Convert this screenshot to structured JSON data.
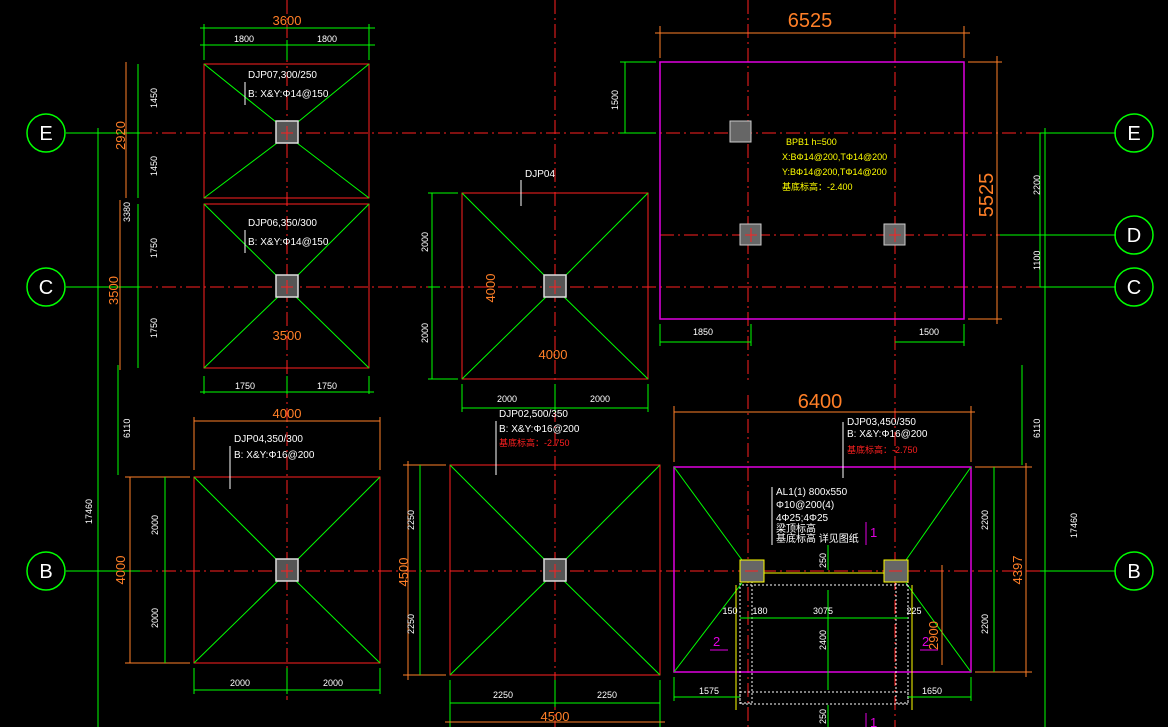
{
  "axes": {
    "E": "E",
    "D": "D",
    "C": "C",
    "B": "B"
  },
  "colors": {
    "background": "#000000",
    "axis": "#ff2020",
    "grid": "#00ff00",
    "outline": "#ff2020",
    "dimension": "#ff7f27",
    "slab": "#e000e0",
    "note": "#ffff00",
    "elevation": "#ff2020"
  },
  "footings": {
    "djp07": {
      "name": "DJP07,300/250",
      "rebar": "B: X&Y:Φ14@150",
      "width_total": "3600",
      "half_a": "1800",
      "half_b": "1800",
      "h_top": "1450",
      "h_bot": "1450",
      "h_total": "2920"
    },
    "djp06": {
      "name": "DJP06,350/300",
      "rebar": "B: X&Y:Φ14@150",
      "width_inner": "3500",
      "half_a": "1750",
      "half_b": "1750",
      "h_top": "1750",
      "h_bot": "1750",
      "h_total": "3500",
      "gap": "3380"
    },
    "djp04_top": {
      "name": "DJP04",
      "size_total": "4000",
      "h_total": "4000",
      "h_top": "2000",
      "h_bot": "2000",
      "w_a": "2000",
      "w_b": "2000"
    },
    "djp04_bot": {
      "name": "DJP04,350/300",
      "rebar": "B: X&Y:Φ16@200",
      "width_total": "4000",
      "h_total": "4000",
      "h_top": "2000",
      "h_bot": "2000",
      "w_a": "2000",
      "w_b": "2000"
    },
    "djp02": {
      "name": "DJP02,500/350",
      "rebar": "B: X&Y:Φ16@200",
      "elev": "基底标高：-2.750",
      "width_total": "4500",
      "h_total": "4500",
      "h_top": "2250",
      "h_bot": "2250",
      "w_a": "2250",
      "w_b": "2250"
    },
    "djp03": {
      "name": "DJP03,450/350",
      "rebar": "B: X&Y:Φ16@200",
      "elev": "基底标高：-2.750",
      "width_total": "6400",
      "h_total": "4397",
      "h_top": "2200",
      "h_bot": "2200",
      "w_a": "1575",
      "w_b": "1650"
    }
  },
  "slab": {
    "name": "BPB1 h=500",
    "x_rebar": "X:BΦ14@200,TΦ14@200",
    "y_rebar": "Y:BΦ14@200,TΦ14@200",
    "elev": "基底标高：-2.400",
    "width_total": "6525",
    "height_total": "5525",
    "dim_top": "1500",
    "dim_left": "1850",
    "dim_right": "1500",
    "dim_r1": "2200",
    "dim_r2": "1100"
  },
  "pit": {
    "beam": "AL1(1) 800x550",
    "stirrup": "Φ10@200(4)",
    "bars": "4Φ25;4Φ25",
    "note": "梁顶标高",
    "note2": "基底标高 详见图纸",
    "d150": "150",
    "d180": "180",
    "d3075": "3075",
    "d225": "225",
    "d2400": "2400",
    "d2900": "2900",
    "d250a": "250",
    "d250b": "250",
    "sec1": "1",
    "sec2": "2",
    "sec2b": "2",
    "sec1b": "1"
  },
  "overall": {
    "left_total": "17460",
    "right_total": "17460",
    "left_6110": "6110",
    "right_6110": "6110"
  }
}
